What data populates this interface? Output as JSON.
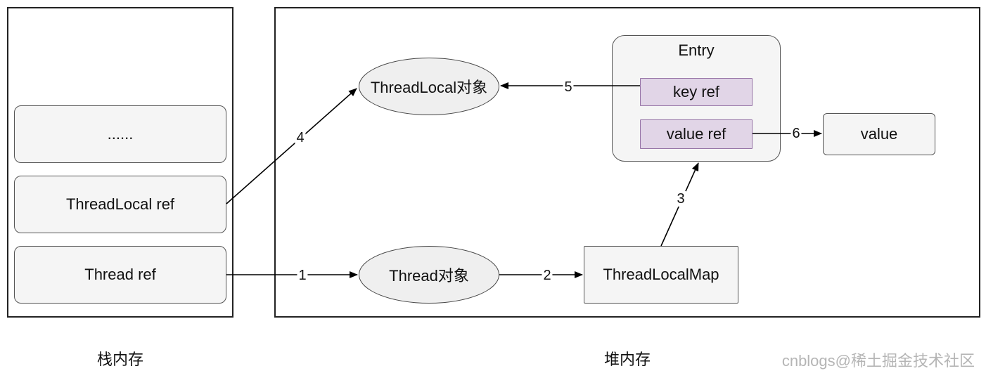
{
  "stack": {
    "caption": "栈内存",
    "cells": [
      "......",
      "ThreadLocal ref",
      "Thread ref"
    ]
  },
  "heap": {
    "caption": "堆内存",
    "threadlocal_object": "ThreadLocal对象",
    "thread_object": "Thread对象",
    "threadlocalmap": "ThreadLocalMap",
    "entry": {
      "title": "Entry",
      "key_ref": "key ref",
      "value_ref": "value ref"
    },
    "value": "value"
  },
  "edges": [
    {
      "label": "1",
      "from": "Thread ref",
      "to": "Thread对象"
    },
    {
      "label": "2",
      "from": "Thread对象",
      "to": "ThreadLocalMap"
    },
    {
      "label": "3",
      "from": "ThreadLocalMap",
      "to": "Entry"
    },
    {
      "label": "4",
      "from": "ThreadLocal ref",
      "to": "ThreadLocal对象"
    },
    {
      "label": "5",
      "from": "key ref",
      "to": "ThreadLocal对象"
    },
    {
      "label": "6",
      "from": "value ref",
      "to": "value"
    }
  ],
  "colors": {
    "field_fill": "#e1d5e7",
    "field_stroke": "#9673a6",
    "cell_fill": "#f5f5f5",
    "ellipse_fill": "#efefef"
  },
  "watermark": "cnblogs@稀土掘金技术社区"
}
